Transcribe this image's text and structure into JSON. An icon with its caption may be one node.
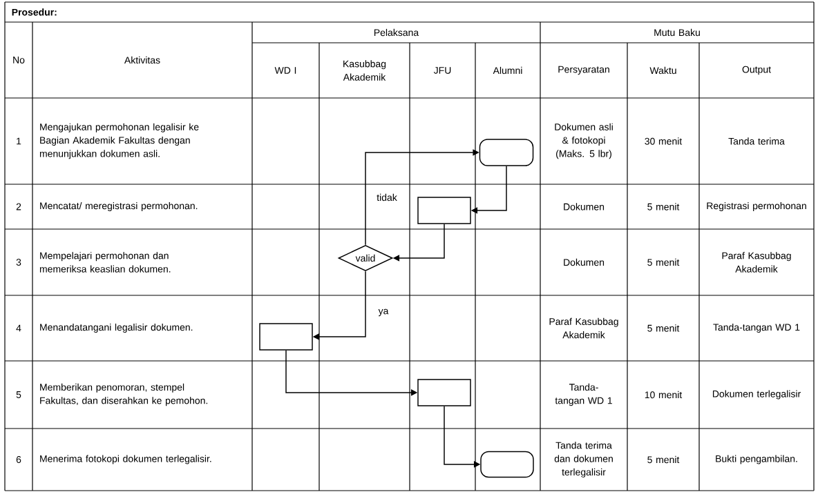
{
  "diagram": {
    "title": "Prosedur:",
    "nodes": [
      {
        "text": [],
        "shape": "terminal"
      },
      {
        "text": [],
        "shape": "box"
      },
      {
        "text": [
          "valid"
        ]
      },
      {
        "text": [],
        "shape": "box"
      },
      {
        "text": [],
        "shape": "box"
      },
      {
        "text": [],
        "shape": "terminal"
      }
    ],
    "edges": [
      {
        "from": 0,
        "to": 1,
        "arrow": "to"
      },
      {
        "from": 1,
        "to": 2,
        "arrow": "to"
      },
      {
        "from": 2,
        "to": 0,
        "arrow": "to",
        "label": "tidak"
      },
      {
        "from": 2,
        "to": 3,
        "arrow": "to",
        "label": "ya"
      },
      {
        "from": 3,
        "to": 4,
        "arrow": "to"
      },
      {
        "from": 4,
        "to": 5,
        "arrow": "to"
      }
    ],
    "labels": [
      "No",
      "Aktivitas",
      "Pelaksana",
      "Mutu Baku",
      "WD I",
      "Kasubbag Akademik",
      "JFU",
      "Alumni",
      "Persyaratan",
      "Waktu",
      "Output",
      "1",
      "Mengajukan permohonan legalisir ke Bagian Akademik Fakultas dengan menunjukkan dokumen asli.",
      "Dokumen asli & fotokopi (Maks. 5 lbr)",
      "30 menit",
      "Tanda terima",
      "2",
      "Mencatat/ meregistrasi permohonan.",
      "Dokumen",
      "5 menit",
      "Registrasi permohonan",
      "3",
      "Mempelajari permohonan dan memeriksa keaslian dokumen.",
      "Dokumen",
      "5 menit",
      "Paraf Kasubbag Akademik",
      "4",
      "Menandatangani legalisir dokumen.",
      "Paraf Kasubbag Akademik",
      "5 menit",
      "Tanda-tangan WD 1",
      "5",
      "Memberikan penomoran, stempel Fakultas, dan diserahkan ke pemohon.",
      "Tanda-tangan WD 1",
      "10 menit",
      "Dokumen terlegalisir",
      "6",
      "Menerima fotokopi dokumen terlegalisir.",
      "Tanda terima dan dokumen terlegalisir",
      "5 menit",
      "Bukti pengambilan."
    ]
  }
}
